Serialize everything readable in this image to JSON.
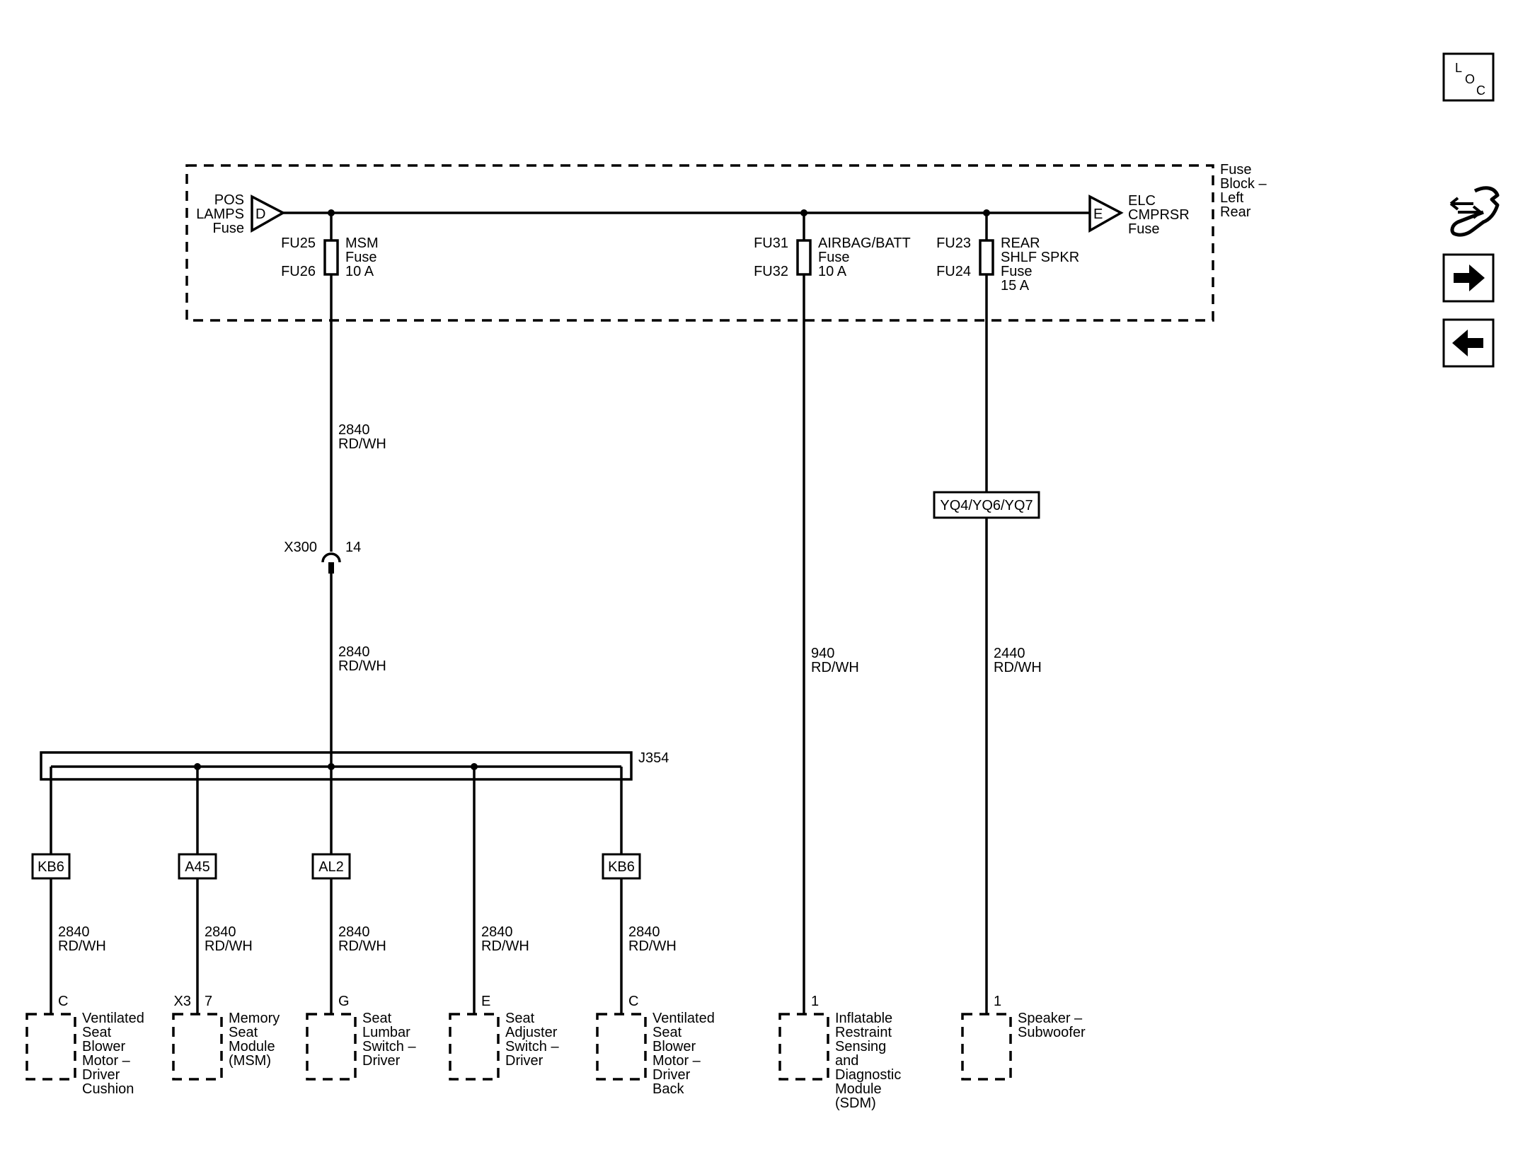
{
  "fuse_block": {
    "name_lines": [
      "Fuse",
      "Block –",
      "Left",
      "Rear"
    ],
    "input_left": {
      "letter": "D",
      "lines": [
        "POS",
        "LAMPS",
        "Fuse"
      ]
    },
    "input_right": {
      "letter": "E",
      "lines": [
        "ELC",
        "CMPRSR",
        "Fuse"
      ]
    },
    "fuses": [
      {
        "ids": [
          "FU25",
          "FU26"
        ],
        "lines": [
          "MSM",
          "Fuse",
          "10 A"
        ]
      },
      {
        "ids": [
          "FU31",
          "FU32"
        ],
        "lines": [
          "AIRBAG/BATT",
          "Fuse",
          "10 A"
        ]
      },
      {
        "ids": [
          "FU23",
          "FU24"
        ],
        "lines": [
          "REAR",
          "SHLF SPKR",
          "Fuse",
          "15 A"
        ]
      }
    ]
  },
  "wire_labels": {
    "msm_upper": [
      "2840",
      "RD/WH"
    ],
    "msm_lower": [
      "2840",
      "RD/WH"
    ],
    "sdm": [
      "940",
      "RD/WH"
    ],
    "speaker": [
      "2440",
      "RD/WH"
    ]
  },
  "connector_x300": {
    "name": "X300",
    "pin": "14"
  },
  "option_speaker": "YQ4/YQ6/YQ7",
  "splice": "J354",
  "branches": [
    {
      "option": "KB6",
      "wire": [
        "2840",
        "RD/WH"
      ],
      "connector": "",
      "pin": "C",
      "component": [
        "Ventilated",
        "Seat",
        "Blower",
        "Motor –",
        "Driver",
        "Cushion"
      ]
    },
    {
      "option": "A45",
      "wire": [
        "2840",
        "RD/WH"
      ],
      "connector": "X3",
      "pin": "7",
      "component": [
        "Memory",
        "Seat",
        "Module",
        "(MSM)"
      ]
    },
    {
      "option": "AL2",
      "wire": [
        "2840",
        "RD/WH"
      ],
      "connector": "",
      "pin": "G",
      "component": [
        "Seat",
        "Lumbar",
        "Switch –",
        "Driver"
      ]
    },
    {
      "option": "",
      "wire": [
        "2840",
        "RD/WH"
      ],
      "connector": "",
      "pin": "E",
      "component": [
        "Seat",
        "Adjuster",
        "Switch –",
        "Driver"
      ]
    },
    {
      "option": "KB6",
      "wire": [
        "2840",
        "RD/WH"
      ],
      "connector": "",
      "pin": "C",
      "component": [
        "Ventilated",
        "Seat",
        "Blower",
        "Motor –",
        "Driver",
        "Back"
      ]
    }
  ],
  "end_components": [
    {
      "pin": "1",
      "lines": [
        "Inflatable",
        "Restraint",
        "Sensing",
        "and",
        "Diagnostic",
        "Module",
        "(SDM)"
      ]
    },
    {
      "pin": "1",
      "lines": [
        "Speaker –",
        "Subwoofer"
      ]
    }
  ],
  "nav": {
    "loc_letters": [
      "L",
      "O",
      "C"
    ],
    "buttons": [
      "loc-icon",
      "service-info-icon",
      "arrow-right-icon",
      "arrow-left-icon"
    ]
  }
}
